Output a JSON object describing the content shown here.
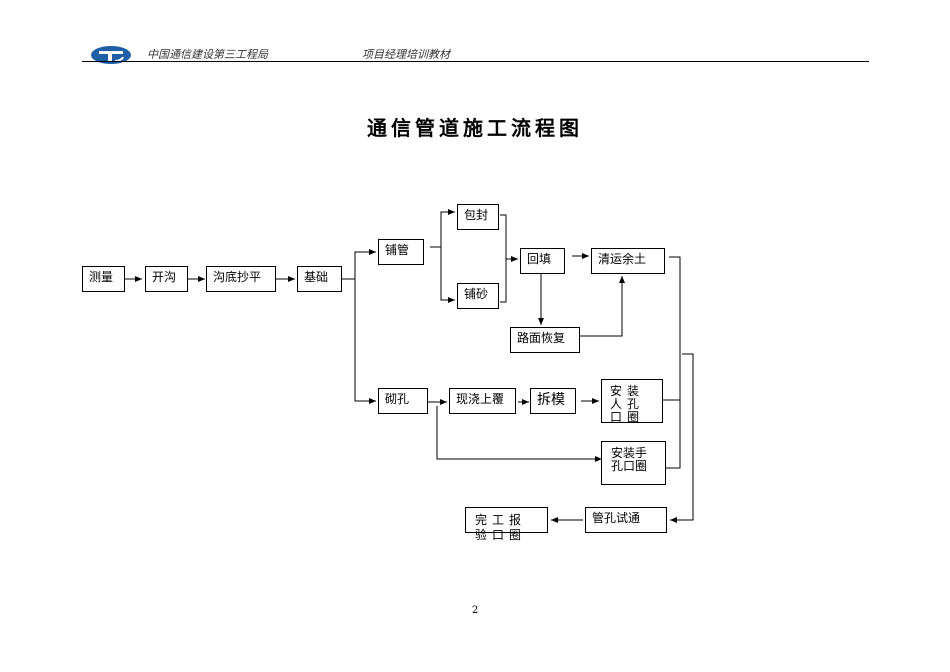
{
  "header": {
    "org": "中国通信建设第三工程局",
    "subtitle": "项目经理培训教材"
  },
  "title": "通信管道施工流程图",
  "steps": {
    "survey": "测量",
    "trench": "开沟",
    "level": "沟底抄平",
    "foundation": "基础",
    "lay_pipe": "铺管",
    "encase": "包封",
    "sand": "铺砂",
    "backfill": "回填",
    "clear_soil": "清运余土",
    "road_restore": "路面恢复",
    "build_hole": "砌孔",
    "cast_cover": "现浇上覆",
    "demold": "拆模",
    "manhole_ring": "安装人孔口圈",
    "handhole_ring": "安装手孔口圈",
    "pipe_test": "管孔试通",
    "acceptance": "完工报验口圈"
  },
  "page_number": "2"
}
